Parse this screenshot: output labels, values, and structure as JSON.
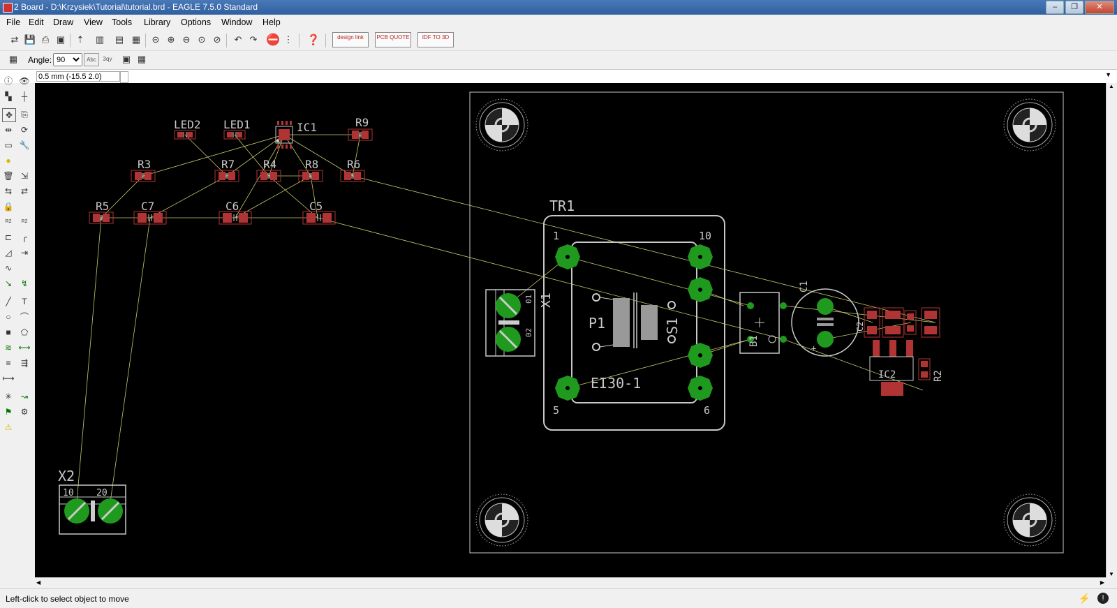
{
  "window": {
    "title": "2 Board - D:\\Krzysiek\\Tutorial\\tutorial.brd - EAGLE 7.5.0 Standard"
  },
  "menu": [
    "File",
    "Edit",
    "Draw",
    "View",
    "Tools",
    "Library",
    "Options",
    "Window",
    "Help"
  ],
  "toolbar": {
    "design_link": "design link",
    "pcb_quote": "PCB QUOTE",
    "idf_to_3d": "IDF TO 3D"
  },
  "params": {
    "angle_label": "Angle:",
    "angle_value": "90",
    "abc": "Abc",
    "sqy": "3qy"
  },
  "command": {
    "coordinate": "0.5 mm (-15.5 2.0)",
    "input": ""
  },
  "status": {
    "message": "Left-click to select object to move"
  },
  "board": {
    "component_labels": [
      "LED2",
      "LED1",
      "IC1",
      "R9",
      "R3",
      "R7",
      "R4",
      "R8",
      "R6",
      "R5",
      "C7",
      "C6",
      "C5",
      "TR1",
      "X1",
      "P1",
      "S1",
      "EI30-1",
      "B1",
      "C1",
      "C2",
      "R2",
      "IC2",
      "X2"
    ],
    "pin_numbers": [
      "1",
      "10",
      "5",
      "6"
    ],
    "x1_pins": [
      "01",
      "02"
    ],
    "x2_pins": [
      "10",
      "20"
    ]
  },
  "colors": {
    "canvas": "#000000",
    "pad": "#1f9a1f",
    "smd": "#b03434",
    "outline": "#c8c8c8",
    "airwire": "#c8c86e"
  }
}
